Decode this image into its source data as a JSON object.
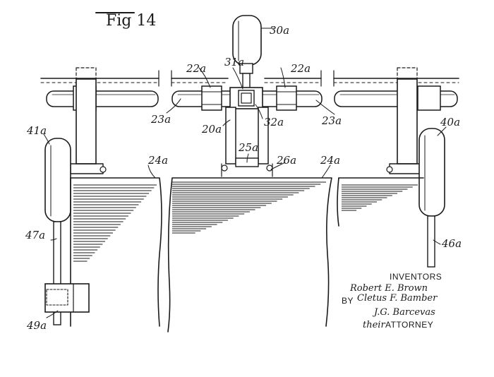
{
  "figure": {
    "title": "Fig 14"
  },
  "labels": {
    "l30a": "30a",
    "l31a": "31a",
    "l22a_left": "22a",
    "l22a_right": "22a",
    "l23a_left": "23a",
    "l23a_right": "23a",
    "l32a": "32a",
    "l20a": "20a",
    "l41a": "41a",
    "l40a": "40a",
    "l24a_left": "24a",
    "l24a_right": "24a",
    "l25a": "25a",
    "l26a": "26a",
    "l47a": "47a",
    "l46a": "46a",
    "l49a": "49a"
  },
  "signature_block": {
    "inventors_heading": "INVENTORS",
    "inventor_1": "Robert E. Brown",
    "inventor_2": "Cletus F. Bamber",
    "by": "BY",
    "attorney_signature": "J.G. Barcevas",
    "their": "their",
    "attorney": "ATTORNEY"
  }
}
